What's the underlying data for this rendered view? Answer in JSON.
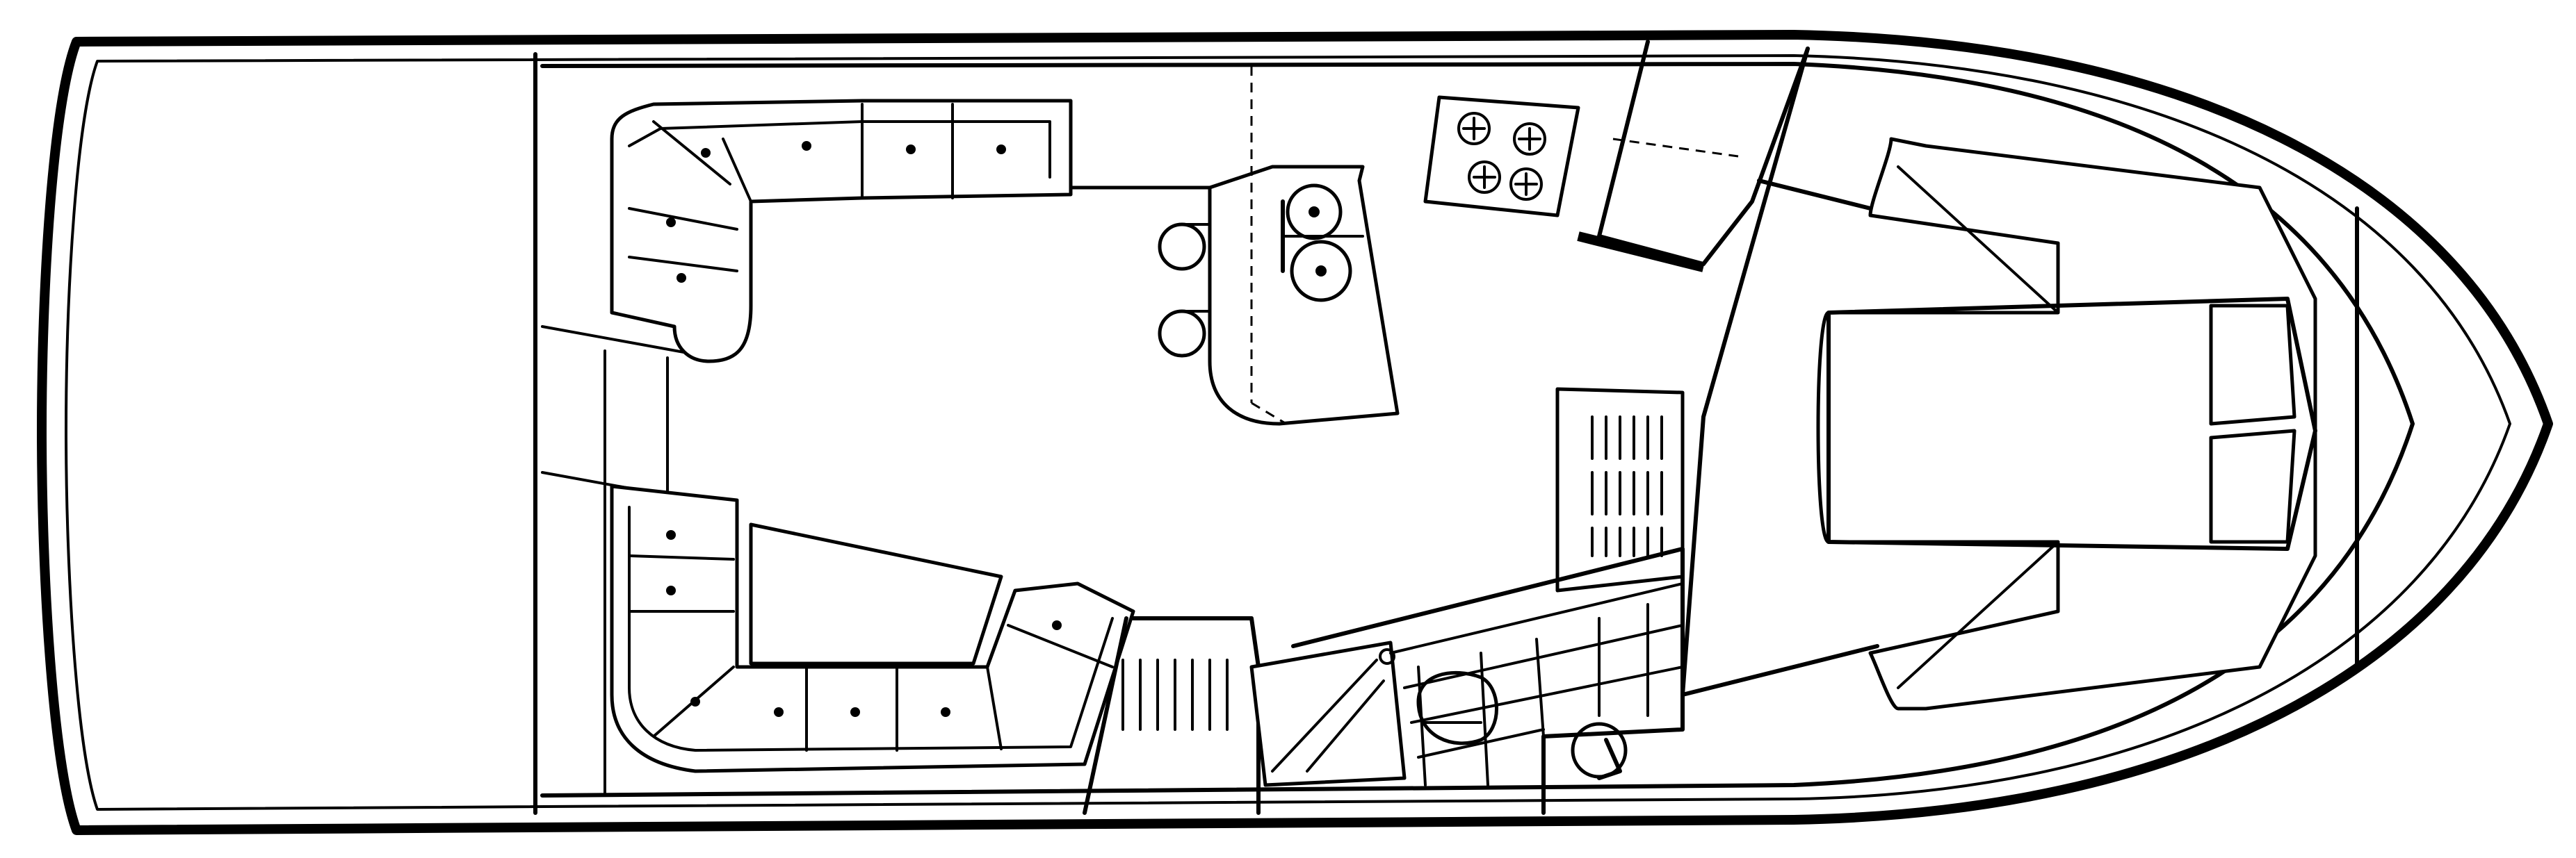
{
  "diagram": {
    "type": "boat-deck-floor-plan",
    "colors": {
      "line": "#000000",
      "background": "#ffffff"
    },
    "icons": [
      "hull-outline",
      "swim-platform",
      "aft-deck",
      "salon-sofa-aft",
      "salon-sofa-starboard-l",
      "dinette-table",
      "bar-stool-icon",
      "galley-counter",
      "galley-sink-icon",
      "cooktop-icon",
      "refrigerator",
      "helm-console",
      "head-toilet-icon",
      "head-shower-icon",
      "stairs-icon",
      "forward-stateroom-berth",
      "pillow-icon",
      "anchor-locker"
    ]
  }
}
